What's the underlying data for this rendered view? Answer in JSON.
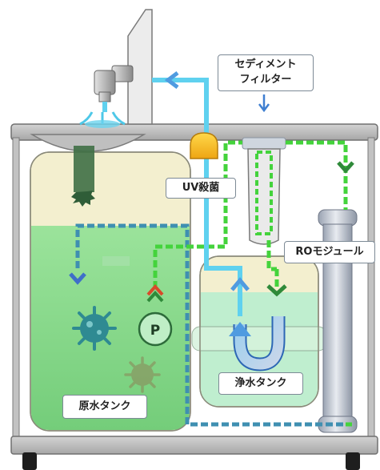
{
  "labels": {
    "sediment_filter": [
      "セディメント",
      "フィルター"
    ],
    "uv": "UV殺菌",
    "ro_module": "ROモジュール",
    "pump": "P",
    "clean_tank": "浄水タンク",
    "raw_tank": "原水タンク"
  },
  "colors": {
    "raw_water_line": "#3f8fb1",
    "raw_to_filter_line": "#44d33c",
    "purified_line": "#5fd1ef",
    "raw_tank_water": "#8edb8f",
    "clean_tank_water": "#bfeecf",
    "uv_lamp": "#f3bb1f",
    "pump_circle": "#2d6b3a",
    "cabinet_frame": "#a9a9a9"
  },
  "icons": [
    "faucet-icon",
    "germ-icon",
    "pump-icon",
    "u-tube-icon",
    "arrow-up-icon",
    "arrow-down-icon"
  ]
}
